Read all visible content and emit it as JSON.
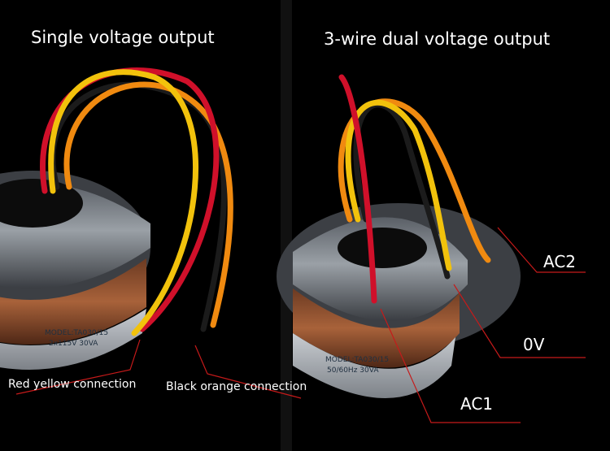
{
  "left_panel": {
    "title": "Single voltage output",
    "label_red_yellow": "Red yellow connection",
    "label_black_orange": "Black orange connection",
    "transformer_label": "MODEL:TA030/15",
    "transformer_spec": "2x115V  30VA"
  },
  "right_panel": {
    "title": "3-wire dual voltage output",
    "label_ac2": "AC2",
    "label_0v": "0V",
    "label_ac1": "AC1",
    "transformer_label": "MODEL:TA030/15",
    "transformer_spec": "50/60Hz  30VA"
  },
  "colors": {
    "red_wire": "#d0102a",
    "yellow_wire": "#f2c20c",
    "orange_wire": "#f08a10",
    "black_wire": "#1b1b1b",
    "pointer_line": "#c61a1a"
  }
}
